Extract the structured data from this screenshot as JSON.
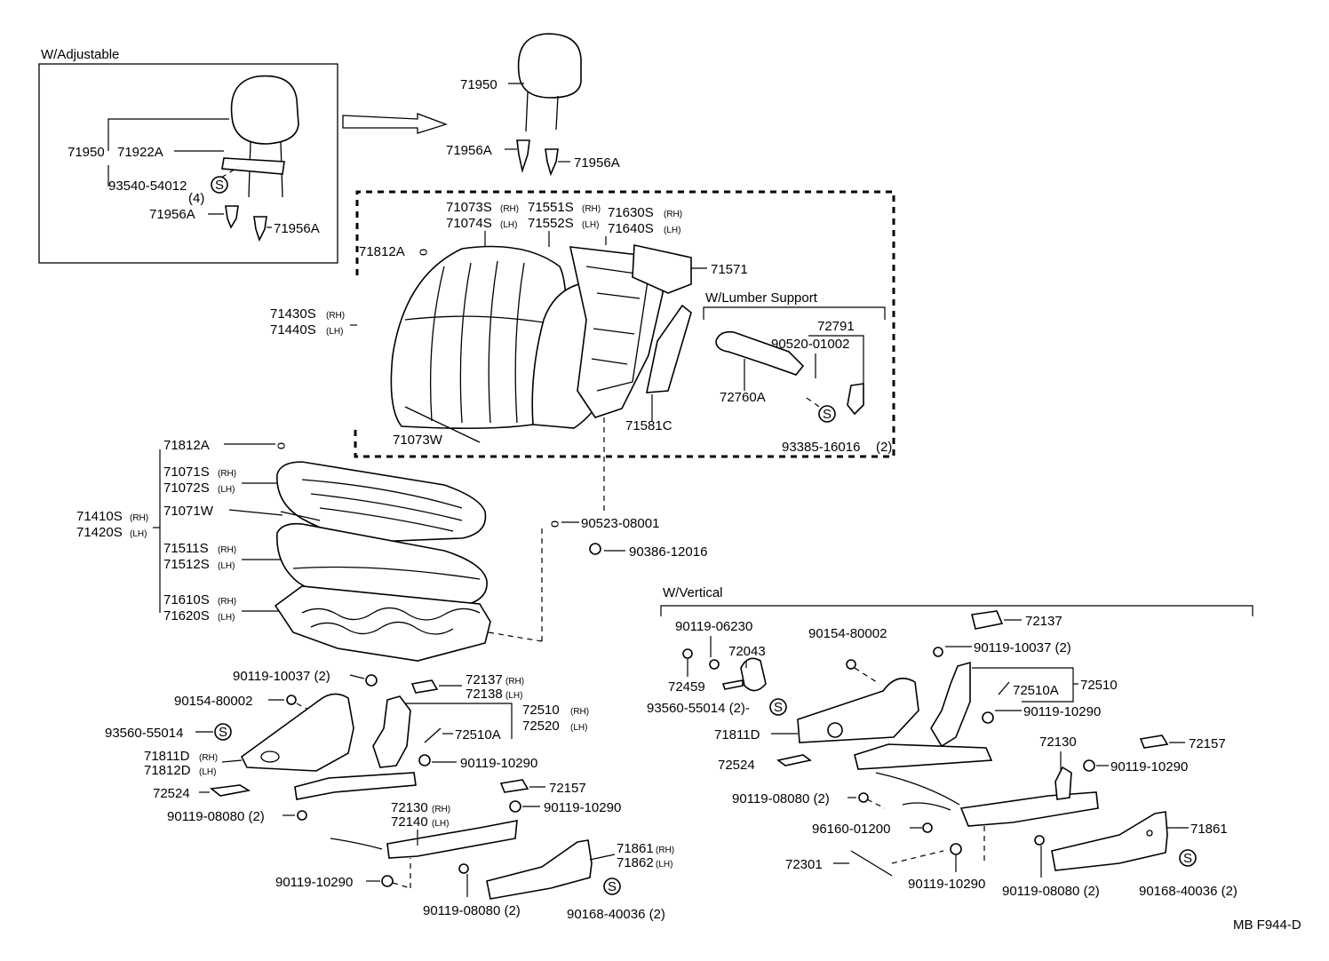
{
  "sections": {
    "adjustable": "W/Adjustable",
    "lumber": "W/Lumber Support",
    "vertical": "W/Vertical"
  },
  "labels": {
    "a_71950": "71950",
    "a_71922A": "71922A",
    "a_93540": "93540-54012",
    "a_qty4": "(4)",
    "a_71956A_l": "71956A",
    "a_71956A_r": "71956A",
    "h_71950": "71950",
    "h_71956A_l": "71956A",
    "h_71956A_r": "71956A",
    "b_71073S": "71073S",
    "b_71074S": "71074S",
    "b_71551S": "71551S",
    "b_71552S": "71552S",
    "b_71630S": "71630S",
    "b_71640S": "71640S",
    "b_71812A": "71812A",
    "b_71571": "71571",
    "b_71430S": "71430S",
    "b_71440S": "71440S",
    "b_71073W": "71073W",
    "b_71581C": "71581C",
    "l_72791": "72791",
    "l_90520": "90520-01002",
    "l_72760A": "72760A",
    "l_93385": "93385-16016",
    "l_qty2": "(2)",
    "c_71812A": "71812A",
    "c_71071S": "71071S",
    "c_71072S": "71072S",
    "c_71410S": "71410S",
    "c_71420S": "71420S",
    "c_71071W": "71071W",
    "c_71511S": "71511S",
    "c_71512S": "71512S",
    "c_71610S": "71610S",
    "c_71620S": "71620S",
    "c_90523": "90523-08001",
    "c_90386": "90386-12016",
    "f_90119_10037": "90119-10037 (2)",
    "f_72137": "72137",
    "f_72138": "72138",
    "f_90154": "90154-80002",
    "f_72510": "72510",
    "f_72520": "72520",
    "f_93560": "93560-55014",
    "f_72510A": "72510A",
    "f_71811D": "71811D",
    "f_71812D": "71812D",
    "f_90119_10290a": "90119-10290",
    "f_72524": "72524",
    "f_72157": "72157",
    "f_90119_08080a": "90119-08080 (2)",
    "f_72130": "72130",
    "f_72140": "72140",
    "f_90119_10290b": "90119-10290",
    "f_71861": "71861",
    "f_71862": "71862",
    "f_90119_10290c": "90119-10290",
    "f_90119_08080b": "90119-08080 (2)",
    "f_90168": "90168-40036 (2)",
    "v_90119_06230": "90119-06230",
    "v_72043": "72043",
    "v_72459": "72459",
    "v_93560": "93560-55014 (2)-",
    "v_90154": "90154-80002",
    "v_72137": "72137",
    "v_90119_10037": "90119-10037 (2)",
    "v_72510A": "72510A",
    "v_72510": "72510",
    "v_90119_10290a": "90119-10290",
    "v_71811D": "71811D",
    "v_72524": "72524",
    "v_72130": "72130",
    "v_72157": "72157",
    "v_90119_10290b": "90119-10290",
    "v_90119_08080a": "90119-08080 (2)",
    "v_96160": "96160-01200",
    "v_71861": "71861",
    "v_72301": "72301",
    "v_90119_10290c": "90119-10290",
    "v_90119_08080b": "90119-08080 (2)",
    "v_90168": "90168-40036 (2)",
    "footer": "MB F944-D"
  },
  "subs": {
    "rh": "(RH)",
    "lh": "(LH)"
  },
  "symbols": {
    "sealant": "S"
  }
}
